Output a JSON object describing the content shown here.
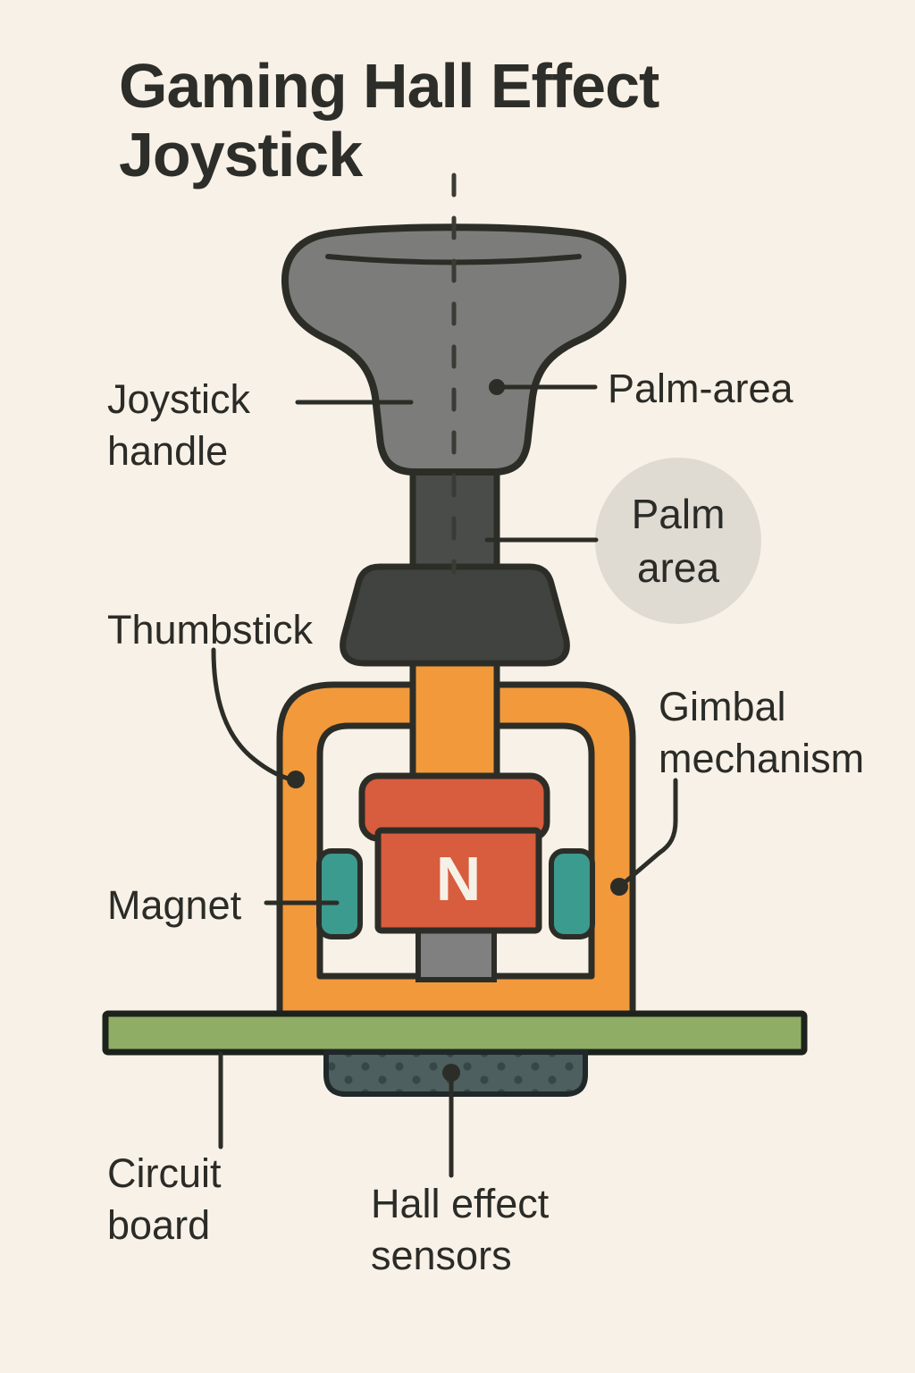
{
  "title": "Gaming Hall Effect Joystick",
  "labels": {
    "joystick_handle": "Joystick handle",
    "palm_area_callout": "Palm-area",
    "palm_area_circle": "Palm area",
    "thumbstick": "Thumbstick",
    "gimbal_mechanism": "Gimbal mechanism",
    "magnet": "Magnet",
    "magnet_pole": "N",
    "circuit_board": "Circuit board",
    "hall_effect_sensors": "Hall effect sensors"
  },
  "colors": {
    "background": "#F8F1E7",
    "outline": "#2D2D28",
    "text": "#2B2B27",
    "handle_gray": "#7C7C7A",
    "shaft_gray": "#4A4C49",
    "collar_charcoal": "#40433F",
    "gimbal_orange": "#F2993B",
    "magnet_red": "#D85C3E",
    "magnet_teal": "#3B9B8F",
    "stub_gray": "#808080",
    "board_green": "#8FAD65",
    "sensor_slate": "#4D5F5E",
    "palm_circle_gray": "#DFDAD2"
  }
}
